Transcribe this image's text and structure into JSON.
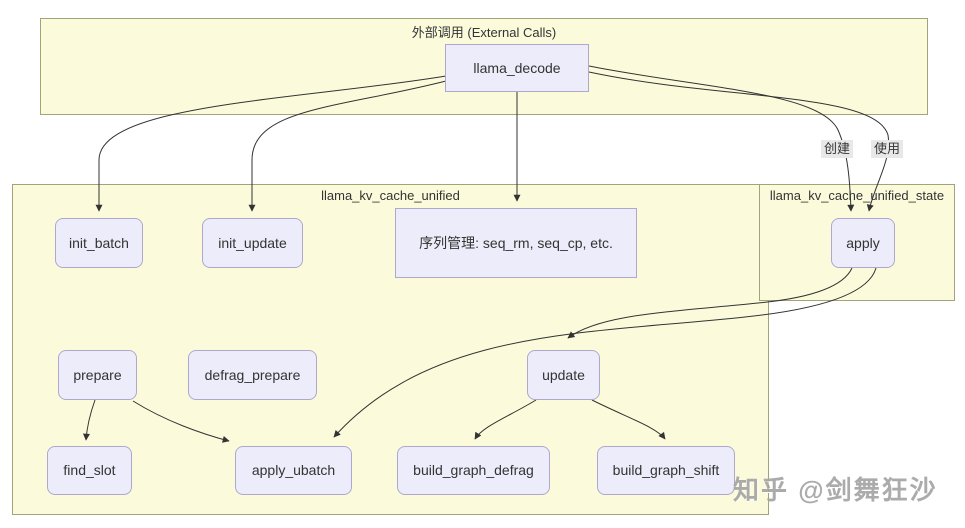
{
  "diagram": {
    "clusters": {
      "external": {
        "title": "外部调用 (External Calls)"
      },
      "unified": {
        "title": "llama_kv_cache_unified"
      },
      "state": {
        "title": "llama_kv_cache_unified_state"
      }
    },
    "nodes": {
      "llama_decode": {
        "label": "llama_decode"
      },
      "init_batch": {
        "label": "init_batch"
      },
      "init_update": {
        "label": "init_update"
      },
      "seq_mgmt": {
        "label": "序列管理: seq_rm, seq_cp, etc."
      },
      "apply": {
        "label": "apply"
      },
      "prepare": {
        "label": "prepare"
      },
      "defrag_prepare": {
        "label": "defrag_prepare"
      },
      "update": {
        "label": "update"
      },
      "find_slot": {
        "label": "find_slot"
      },
      "apply_ubatch": {
        "label": "apply_ubatch"
      },
      "build_graph_defrag": {
        "label": "build_graph_defrag"
      },
      "build_graph_shift": {
        "label": "build_graph_shift"
      }
    },
    "edge_labels": {
      "create": "创建",
      "use": "使用"
    },
    "edges": [
      {
        "from": "llama_decode",
        "to": "init_batch"
      },
      {
        "from": "llama_decode",
        "to": "init_update"
      },
      {
        "from": "llama_decode",
        "to": "seq_mgmt"
      },
      {
        "from": "llama_decode",
        "to": "apply",
        "label": "创建"
      },
      {
        "from": "llama_decode",
        "to": "apply",
        "label": "使用"
      },
      {
        "from": "apply",
        "to": "update"
      },
      {
        "from": "apply",
        "to": "apply_ubatch"
      },
      {
        "from": "prepare",
        "to": "find_slot"
      },
      {
        "from": "prepare",
        "to": "apply_ubatch"
      },
      {
        "from": "update",
        "to": "build_graph_defrag"
      },
      {
        "from": "update",
        "to": "build_graph_shift"
      }
    ],
    "colors": {
      "cluster_fill": "#fbfbdc",
      "cluster_border": "#a3a37a",
      "node_fill": "#ececfa",
      "node_border": "#b0a7ce",
      "edge": "#333333",
      "edge_label_bg": "#e8e8e8",
      "text": "#333333"
    },
    "watermark": "知乎 @剑舞狂沙"
  }
}
